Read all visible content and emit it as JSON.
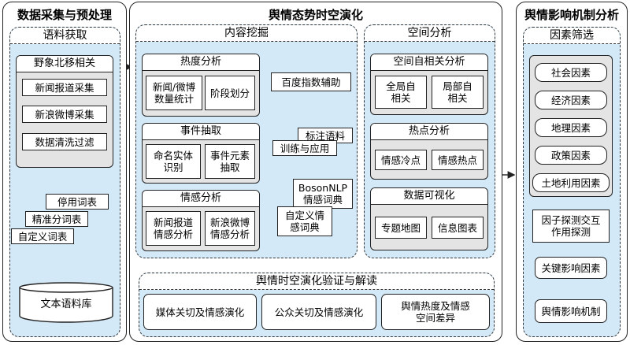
{
  "col1": {
    "title": "数据采集与预处理",
    "section": "语料获取",
    "source": "野象北移相关",
    "steps": [
      "新闻报道采集",
      "新浪微博采集",
      "数据清洗过滤"
    ],
    "dicts": [
      "停用词表",
      "精准分词表",
      "自定义词表"
    ],
    "corpus": "文本语料库"
  },
  "col2": {
    "title": "舆情态势时空演化",
    "content_mining": {
      "title": "内容挖掘",
      "heat": {
        "title": "热度分析",
        "items": [
          "新闻/微博数量统计",
          "阶段划分"
        ]
      },
      "baidu": "百度指数辅助",
      "event": {
        "title": "事件抽取",
        "items": [
          "命名实体识别",
          "事件元素抽取"
        ]
      },
      "annotate_note": {
        "line1": "标注语料",
        "line2": "训练与应用"
      },
      "emotion": {
        "title": "情感分析",
        "items": [
          "新闻报道情感分析",
          "新浪微博情感分析"
        ]
      },
      "boson_note": "BosonNLP情感词典",
      "custom_note": "自定义情感词典"
    },
    "spatial": {
      "title": "空间分析",
      "autocorr": {
        "title": "空间自相关分析",
        "items": [
          "全局自相关",
          "局部自相关"
        ]
      },
      "hotspot": {
        "title": "热点分析",
        "items": [
          "情感冷点",
          "情感热点"
        ]
      },
      "viz": {
        "title": "数据可视化",
        "items": [
          "专题地图",
          "信息图表"
        ]
      }
    },
    "validation": {
      "title": "舆情时空演化验证与解读",
      "items": [
        "媒体关切及情感演化",
        "公众关切及情感演化",
        "舆情热度及情感空间差异"
      ]
    }
  },
  "col3": {
    "title": "舆情影响机制分析",
    "section": "因素筛选",
    "factors": [
      "社会因素",
      "经济因素",
      "地理因素",
      "政策因素",
      "土地利用因素"
    ],
    "detector": "因子探测交互作用探测",
    "key": "关键影响因素",
    "mechanism": "舆情影响机制"
  }
}
